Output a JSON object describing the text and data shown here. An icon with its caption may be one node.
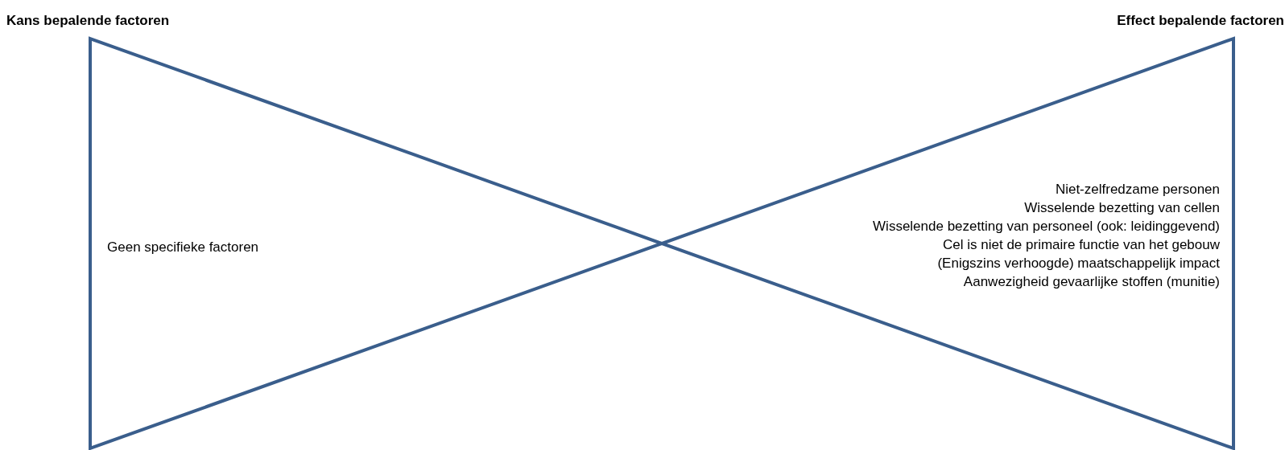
{
  "diagram": {
    "nodes": [
      {
        "text": [
          "Kans bepalende factoren",
          "Geen specifieke factoren"
        ]
      },
      {
        "text": [
          "Effect bepalende factoren",
          "Niet-zelfredzame personen",
          "Wisselende bezetting van cellen",
          "Wisselende bezetting van personeel (ook: leidinggevend)",
          "Cel is niet de primaire functie van het gebouw",
          "(Enigszins verhoogde) maatschappelijk impact",
          "Aanwezigheid gevaarlijke stoffen (munitie)"
        ]
      }
    ]
  }
}
